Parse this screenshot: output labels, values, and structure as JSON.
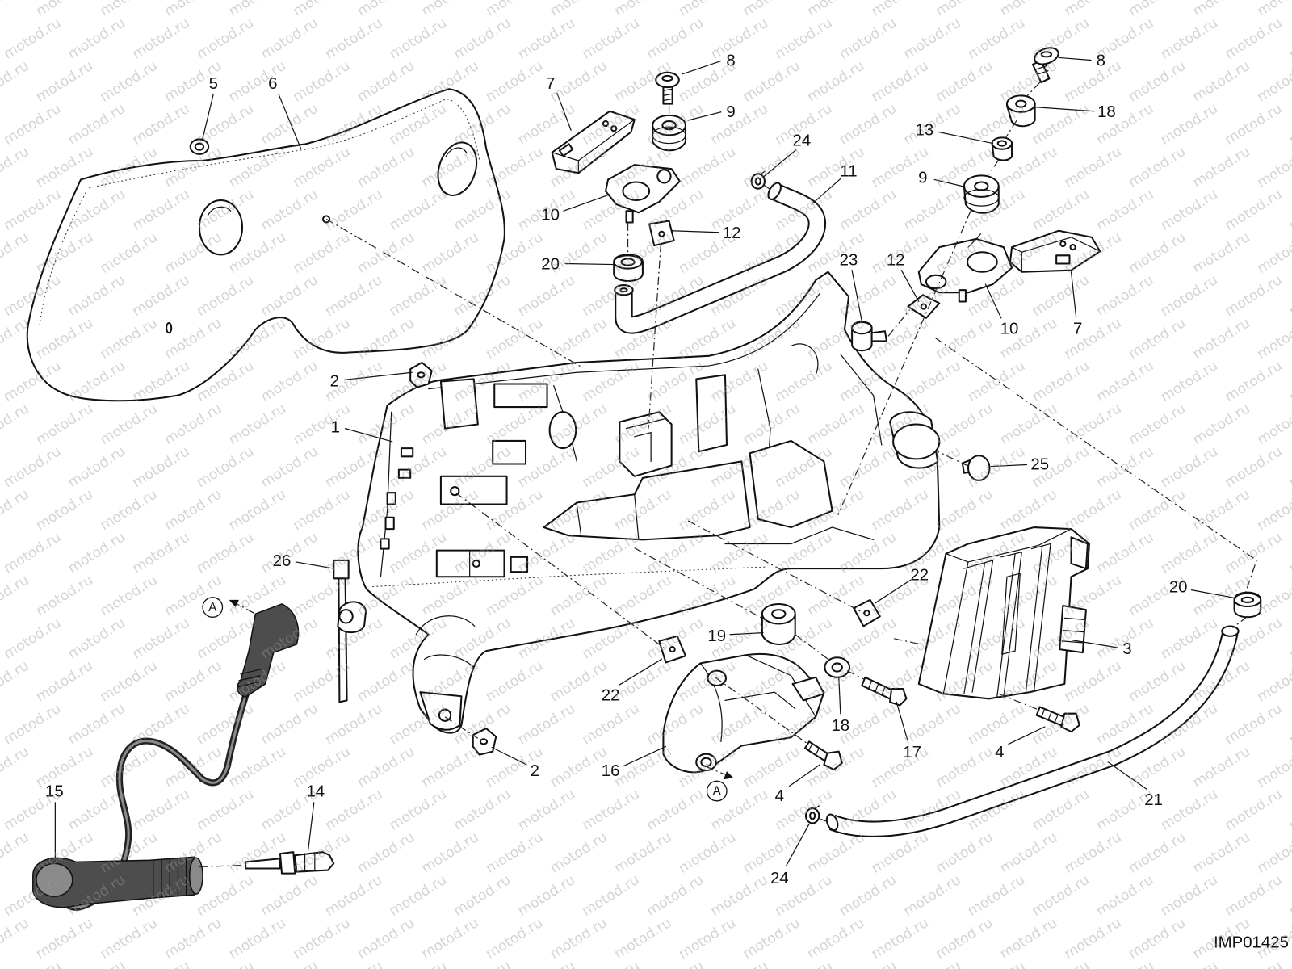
{
  "watermark": "motod.ru",
  "diagram_id": "IMP01425",
  "reference_marks": [
    "A",
    "A"
  ],
  "callouts": [
    "5",
    "6",
    "7",
    "8",
    "9",
    "24",
    "11",
    "10",
    "12",
    "20",
    "8",
    "18",
    "13",
    "9",
    "23",
    "12",
    "10",
    "7",
    "2",
    "1",
    "25",
    "26",
    "22",
    "20",
    "19",
    "3",
    "22",
    "18",
    "17",
    "4",
    "2",
    "16",
    "4",
    "21",
    "15",
    "14",
    "24"
  ]
}
